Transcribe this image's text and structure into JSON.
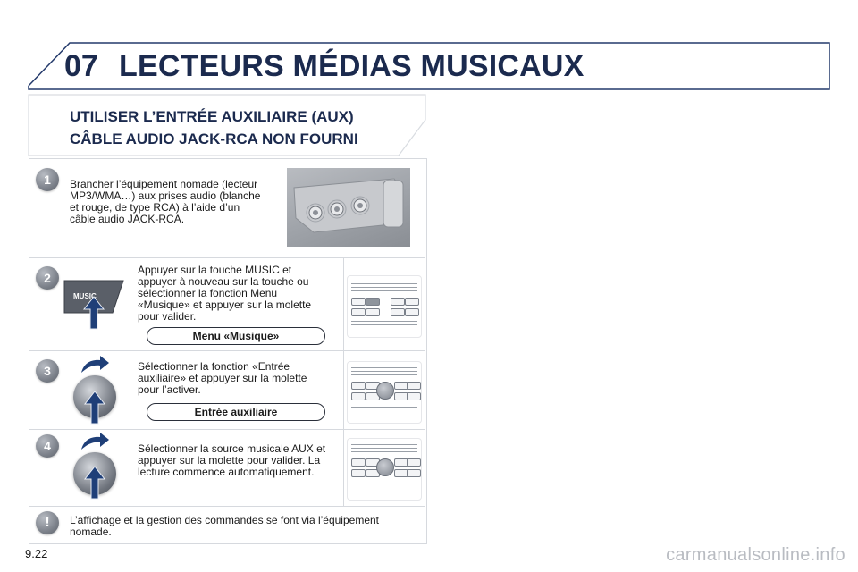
{
  "header": {
    "chapter_number": "07",
    "chapter_title": "LECTEURS MÉDIAS MUSICAUX"
  },
  "section": {
    "title_line1": "UTILISER L’ENTRÉE AUXILIAIRE (AUX)",
    "title_line2": "CÂBLE AUDIO JACK-RCA NON FOURNI"
  },
  "steps": [
    {
      "number": "1",
      "text": "Brancher l’équipement nomade (lecteur MP3/WMA…) aux prises audio (blanche et rouge, de type RCA) à l’aide d’un câble audio JACK-RCA."
    },
    {
      "number": "2",
      "text": "Appuyer sur la touche MUSIC et appuyer à nouveau sur la touche ou sélectionner la fonction Menu «Musique» et appuyer sur la molette pour valider.",
      "pill": "Menu «Musique»",
      "button_label": "MUSIC"
    },
    {
      "number": "3",
      "text": "Sélectionner la fonction «Entrée auxiliaire» et appuyer sur la molette pour l’activer.",
      "pill": "Entrée auxiliaire"
    },
    {
      "number": "4",
      "text": "Sélectionner la source musicale AUX et appuyer sur la molette pour valider. La lecture commence automatiquement."
    }
  ],
  "note": {
    "icon": "warning-icon",
    "text": "L’affichage et la gestion des commandes se font via l’équipement nomade."
  },
  "footer": {
    "page_number": "9.22",
    "watermark": "carmanualsonline.info"
  },
  "colors": {
    "title": "#1b2a4e",
    "frame": "#243a6b",
    "arrow": "#1f3f78"
  }
}
